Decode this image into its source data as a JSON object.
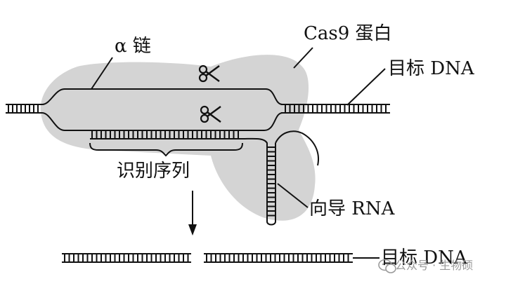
{
  "labels": {
    "alpha_chain": "α 链",
    "cas9_protein": "Cas9 蛋白",
    "target_dna_top": "目标 DNA",
    "recognition_sequence": "识别序列",
    "guide_rna": "向导 RNA",
    "target_dna_bottom": "目标 DNA"
  },
  "watermark": {
    "text": "公众号 · 生物硕"
  },
  "colors": {
    "protein_fill": "#d4d4d4",
    "stroke": "#111111",
    "watermark": "#9a9a9a"
  },
  "icons": {
    "cut_site": "scissors-icon",
    "watermark_logo": "wechat-logo-icon"
  }
}
